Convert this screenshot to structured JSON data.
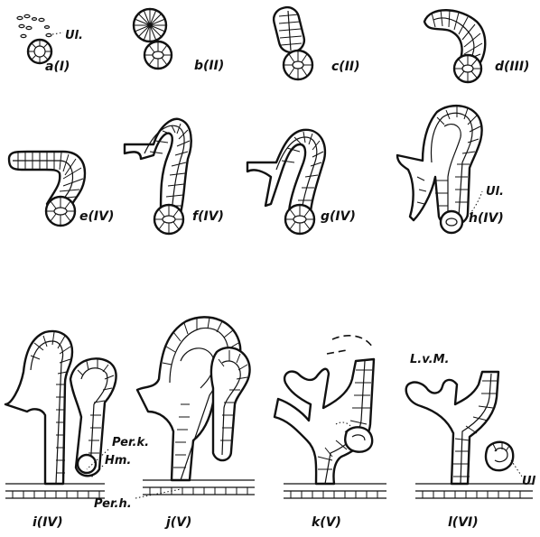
{
  "panels": [
    {
      "id": "a",
      "label": "a(I)"
    },
    {
      "id": "b",
      "label": "b(II)"
    },
    {
      "id": "c",
      "label": "c(II)"
    },
    {
      "id": "d",
      "label": "d(III)"
    },
    {
      "id": "e",
      "label": "e(IV)"
    },
    {
      "id": "f",
      "label": "f(IV)"
    },
    {
      "id": "g",
      "label": "g(IV)"
    },
    {
      "id": "h",
      "label": "h(IV)"
    },
    {
      "id": "i",
      "label": "i(IV)"
    },
    {
      "id": "j",
      "label": "j(V)"
    },
    {
      "id": "k",
      "label": "k(V)"
    },
    {
      "id": "l",
      "label": "l(VI)"
    }
  ],
  "annotations": {
    "ul_a": "Ul.",
    "ul_h": "Ul.",
    "ul_l": "Ul",
    "per_k": "Per.k.",
    "hm": "Hm.",
    "per_h": "Per.h.",
    "lvm": "L.v.M."
  }
}
